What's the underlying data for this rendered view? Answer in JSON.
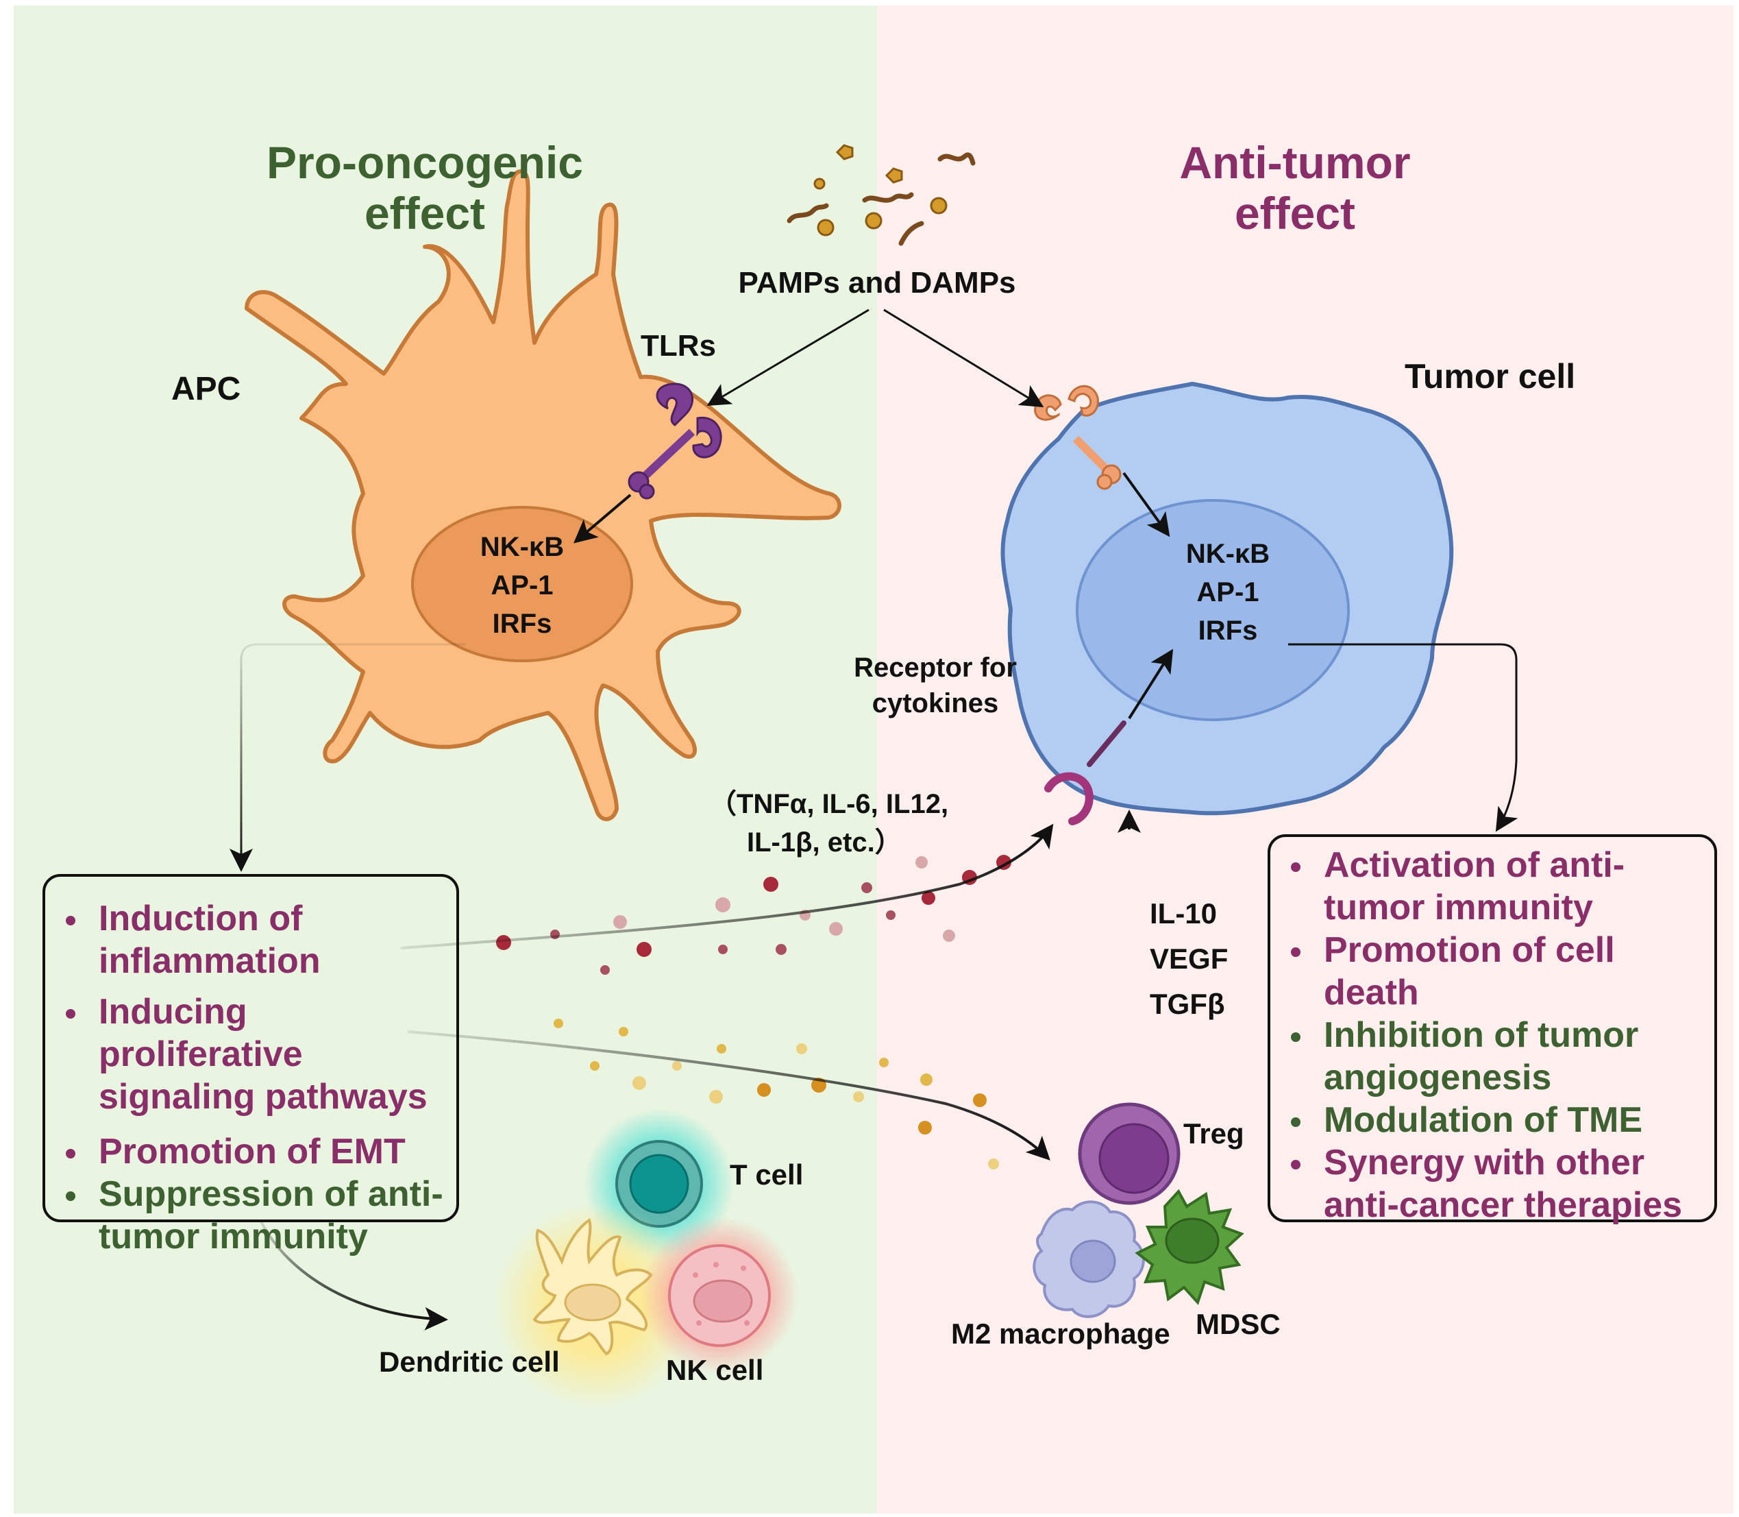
{
  "titles": {
    "left": [
      "Pro-oncogenic",
      "effect"
    ],
    "right": [
      "Anti-tumor",
      "effect"
    ]
  },
  "labels": {
    "pamps": "PAMPs and DAMPs",
    "tlrs": "TLRs",
    "apc": "APC",
    "tumor_cell": "Tumor cell",
    "receptor": [
      "Receptor for",
      "cytokines"
    ],
    "cytokines": [
      "（TNFα, IL-6, IL12,",
      "IL-1β, etc.）"
    ],
    "suppressive": [
      "IL-10",
      "VEGF",
      "TGFβ"
    ],
    "t_cell": "T cell",
    "dendritic_cell": "Dendritic cell",
    "nk_cell": "NK cell",
    "treg": "Treg",
    "m2": "M2 macrophage",
    "mdsc": "MDSC"
  },
  "nucleus": {
    "apc": [
      "NK-κB",
      "AP-1",
      "IRFs"
    ],
    "tumor": [
      "NK-κB",
      "AP-1",
      "IRFs"
    ]
  },
  "left_box": [
    {
      "lines": [
        "Induction of",
        "inflammation"
      ],
      "tone": "purple"
    },
    {
      "lines": [
        "Inducing proliferative",
        "signaling pathways"
      ],
      "tone": "purple"
    },
    {
      "lines": [
        "Promotion of EMT"
      ],
      "tone": "purple"
    },
    {
      "lines": [
        "Suppression of anti-",
        "tumor immunity"
      ],
      "tone": "green"
    }
  ],
  "right_box": [
    {
      "lines": [
        "Activation of anti-",
        "tumor immunity"
      ],
      "tone": "purple"
    },
    {
      "lines": [
        "Promotion of cell",
        "death"
      ],
      "tone": "purple"
    },
    {
      "lines": [
        "Inhibition of tumor",
        "angiogenesis"
      ],
      "tone": "green"
    },
    {
      "lines": [
        "Modulation of TME"
      ],
      "tone": "green"
    },
    {
      "lines": [
        "Synergy with other",
        "anti-cancer therapies"
      ],
      "tone": "purple"
    }
  ],
  "colors": {
    "left_bg": "#e9f5e1",
    "right_bg": "#fdefed",
    "title_green": "#3d6131",
    "title_purple": "#8a2e6a",
    "apc_fill": "#fbbd82",
    "tumor_fill": "#b3ccf2"
  }
}
